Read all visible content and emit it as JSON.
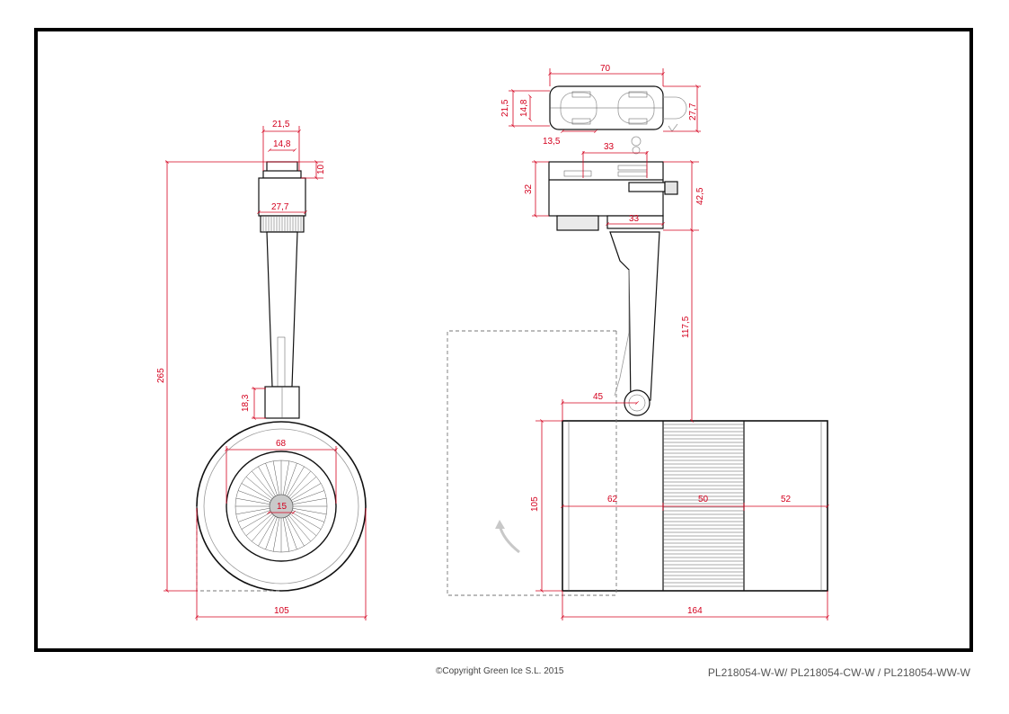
{
  "footer": {
    "copyright": "©Copyright Green Ice S.L. 2015",
    "part_numbers": "PL218054-W-W/ PL218054-CW-W / PL218054-WW-W"
  },
  "front_view": {
    "dim_adapter_width": "21,5",
    "dim_adapter_inner": "14,8",
    "dim_adapter_height": "10",
    "dim_body_width": "27,7",
    "dim_total_height": "265",
    "dim_stem_join": "18,3",
    "dim_reflector": "68",
    "dim_led": "15",
    "dim_head_diameter": "105"
  },
  "top_view": {
    "dim_length": "70",
    "dim_width": "21,5",
    "dim_inner": "14,8",
    "dim_offset": "13,5",
    "dim_depth": "27,7"
  },
  "side_view": {
    "dim_top_33": "33",
    "dim_height_32": "32",
    "dim_height_42": "42,5",
    "dim_bottom_33": "33",
    "dim_arm": "117,5",
    "dim_pivot": "45",
    "dim_head_height": "105",
    "dim_seg1": "62",
    "dim_seg2": "50",
    "dim_seg3": "52",
    "dim_total_length": "164"
  },
  "colors": {
    "dimension": "#d4001e",
    "outline": "#111111",
    "frame": "#000000"
  }
}
